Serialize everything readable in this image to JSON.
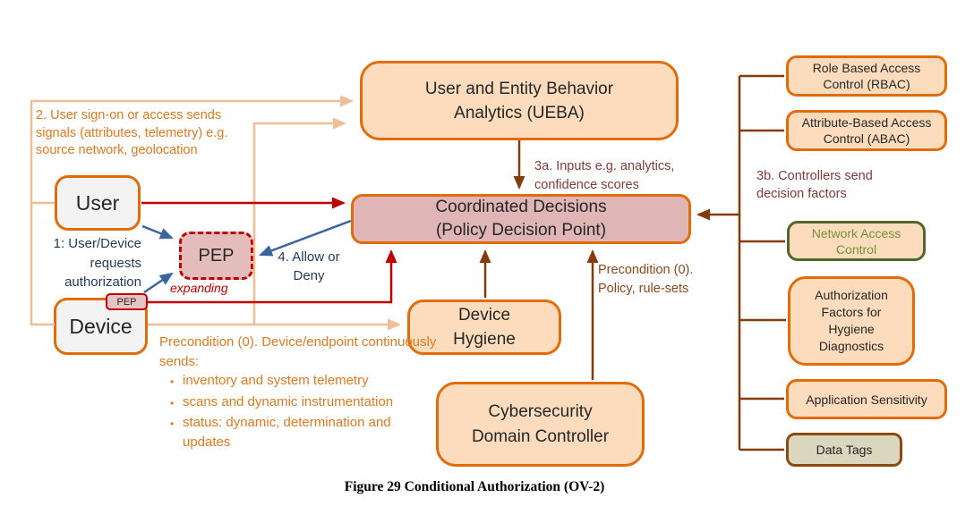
{
  "caption": "Figure 29 Conditional Authorization (OV-2)",
  "colors": {
    "box_fill_orange": "#FCDCBC",
    "box_border_orange": "#E36C0A",
    "pdp_fill": "#DFB5B5",
    "pep_fill": "#E5BCBC",
    "gray_fill": "#F3F3F3",
    "tan_fill": "#DBD6BE",
    "tan_border": "#8C4A10",
    "green_border": "#50682C",
    "green_text": "#71913D",
    "red": "#C00000",
    "brown_line": "#843C0C",
    "light_orange_line": "#EFBE97",
    "blue_line": "#3A659E",
    "orange_text": "#E2791F",
    "navy_text": "#1F3A5F",
    "maroon_text": "#833A3A"
  },
  "nodes": {
    "ueba": {
      "line1": "User and Entity Behavior",
      "line2": "Analytics (UEBA)"
    },
    "pdp": {
      "line1": "Coordinated Decisions",
      "line2": "(Policy Decision Point)"
    },
    "user": {
      "label": "User"
    },
    "device": {
      "label": "Device"
    },
    "pep": {
      "label": "PEP",
      "sub": "expanding"
    },
    "pep_tag": {
      "label": "PEP"
    },
    "device_hygiene": {
      "line1": "Device",
      "line2": "Hygiene"
    },
    "cdc": {
      "line1": "Cybersecurity",
      "line2": "Domain Controller"
    },
    "rbac": {
      "line1": "Role Based Access",
      "line2": "Control (RBAC)"
    },
    "abac": {
      "line1": "Attribute-Based Access",
      "line2": "Control (ABAC)"
    },
    "nac": {
      "line1": "Network Access",
      "line2": "Control"
    },
    "auth_factors": {
      "line1": "Authorization",
      "line2": "Factors for",
      "line3": "Hygiene",
      "line4": "Diagnostics"
    },
    "app_sensitivity": {
      "label": "Application Sensitivity"
    },
    "data_tags": {
      "label": "Data Tags"
    }
  },
  "annotations": {
    "note2": {
      "line1": "2. User  sign-on or access sends",
      "line2": "signals (attributes, telemetry) e.g.",
      "line3": "source network, geolocation"
    },
    "note1": {
      "line1": "1: User/Device",
      "line2": "requests",
      "line3": "authorization"
    },
    "note4": {
      "line1": "4. Allow or",
      "line2": "Deny"
    },
    "note3a": {
      "line1": "3a. Inputs e.g. analytics,",
      "line2": "confidence scores"
    },
    "note3b": {
      "line1": "3b. Controllers send",
      "line2": "decision factors"
    },
    "precond_policy": {
      "line1": "Precondition (0).",
      "line2": "Policy, rule-sets"
    },
    "precond_device": {
      "header": "Precondition (0). Device/endpoint continuously sends:",
      "bullet_glyph": "•",
      "bullets": [
        "inventory and system telemetry",
        "scans and  dynamic instrumentation",
        "status: dynamic, determination and updates"
      ]
    }
  }
}
